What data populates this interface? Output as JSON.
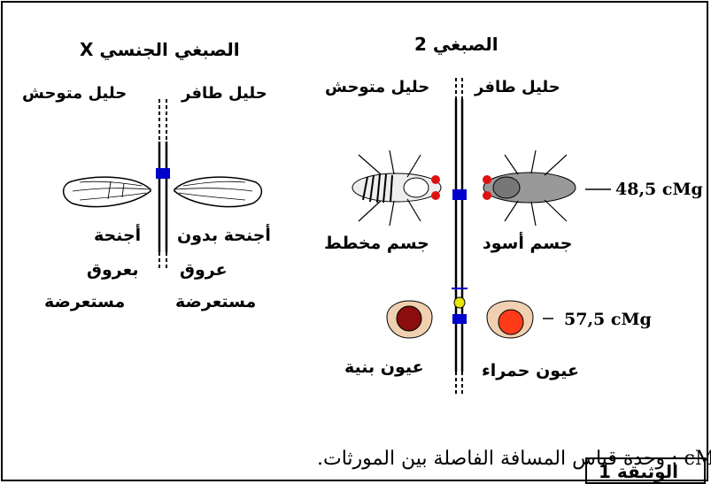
{
  "chromosome_x": {
    "title": "الصبغي الجنسي X",
    "allele_mutant": "حليل طافر",
    "allele_wild": "حليل متوحش",
    "phenotype_mutant": [
      "أجنحة بدون",
      "عروق",
      "مستعرضة"
    ],
    "phenotype_wild": [
      "أجنحة",
      "بعروق",
      "مستعرضة"
    ]
  },
  "chromosome_2": {
    "title": "الصبغي 2",
    "allele_mutant": "حليل طافر",
    "allele_wild": "حليل متوحش",
    "body_mutant": "جسم أسود",
    "body_wild": "جسم مخطط",
    "eyes_mutant": "عيون حمراء",
    "eyes_wild": "عيون بنية",
    "locus_body": "48,5 cMg",
    "locus_eyes": "57,5 cMg"
  },
  "footnote": "cMg : وحدة قياس المسافة الفاصلة بين المورثات.",
  "document_label": "الوثيقة 1",
  "colors": {
    "locus_marker": "#0000cc",
    "centromere": "#e6e600",
    "eye_brown": "#8b0d0d",
    "eye_red": "#ff3b1a",
    "fly_eye": "#e01010"
  }
}
